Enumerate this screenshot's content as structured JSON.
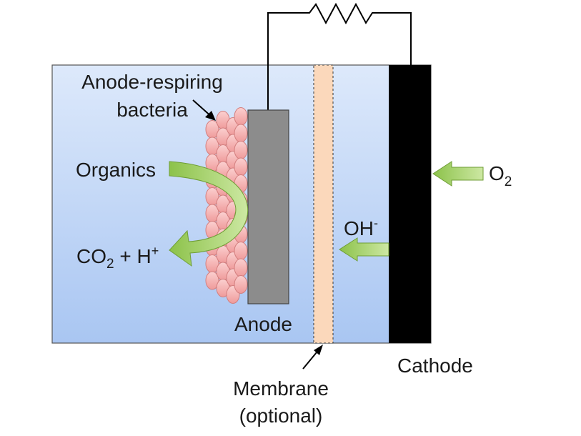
{
  "labels": {
    "bacteria_line1": "Anode-respiring",
    "bacteria_line2": "bacteria",
    "organics": "Organics",
    "co2_main": "CO",
    "co2_sub": "2",
    "co2_plus": " + H",
    "co2_sup": "+",
    "anode": "Anode",
    "hydroxide_main": "OH",
    "hydroxide_sup": "-",
    "oxygen_main": "O",
    "oxygen_sub": "2",
    "cathode": "Cathode",
    "membrane_line1": "Membrane",
    "membrane_line2": "(optional)"
  },
  "colors": {
    "electrolyte_top": "#dde9fb",
    "electrolyte_bottom": "#a9c6f2",
    "anode": "#8c8c8c",
    "cathode": "#000000",
    "membrane": "#fbd8bb",
    "bacteria": "#f4a5a5",
    "arrow": "#a8d46a"
  },
  "icons": {
    "resistor": "resistor-zigzag-icon",
    "bacteria_cell": "ellipse-cell-icon"
  }
}
